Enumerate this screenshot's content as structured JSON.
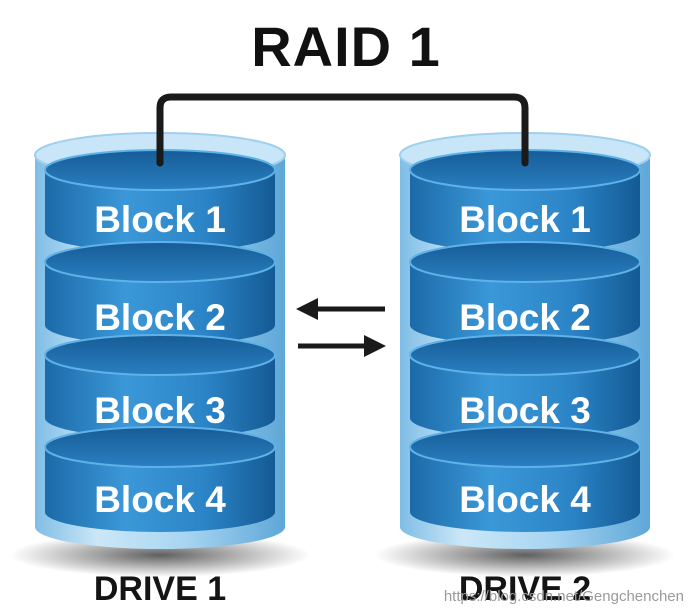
{
  "diagram": {
    "title": "RAID 1",
    "drives": [
      {
        "label": "DRIVE 1",
        "blocks": [
          "Block 1",
          "Block 2",
          "Block 3",
          "Block 4"
        ]
      },
      {
        "label": "DRIVE 2",
        "blocks": [
          "Block 1",
          "Block 2",
          "Block 3",
          "Block 4"
        ]
      }
    ],
    "watermark": "https://blog.csdn.net/Gengchenchen"
  },
  "colors": {
    "disk_top": "#1f6fae",
    "disk_side": "#2f8bd0",
    "casing": "#9fd0ee",
    "connector": "#1a1a1a",
    "text": "#111111"
  },
  "icons": [
    "sync-arrow-left-icon",
    "sync-arrow-right-icon",
    "connector-bracket-icon"
  ]
}
